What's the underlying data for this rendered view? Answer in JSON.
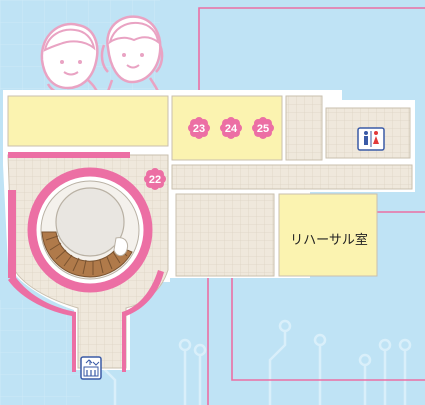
{
  "map": {
    "markers": [
      {
        "id": "marker-22",
        "label": "22"
      },
      {
        "id": "marker-23",
        "label": "23"
      },
      {
        "id": "marker-24",
        "label": "24"
      },
      {
        "id": "marker-25",
        "label": "25"
      }
    ],
    "rooms": {
      "rehearsal_room": "リハーサル室"
    },
    "icons": {
      "restroom": "restroom-icon",
      "elevator": "elevator-icon",
      "mascots": "children-mascot-illustration"
    },
    "colors": {
      "background": "#bfe3f5",
      "floor": "#efe8dc",
      "highlight_room": "#fbf3b0",
      "accent_pink": "#ec6fa4",
      "route_line": "#ec6fa4",
      "wall": "#ffffff"
    }
  }
}
